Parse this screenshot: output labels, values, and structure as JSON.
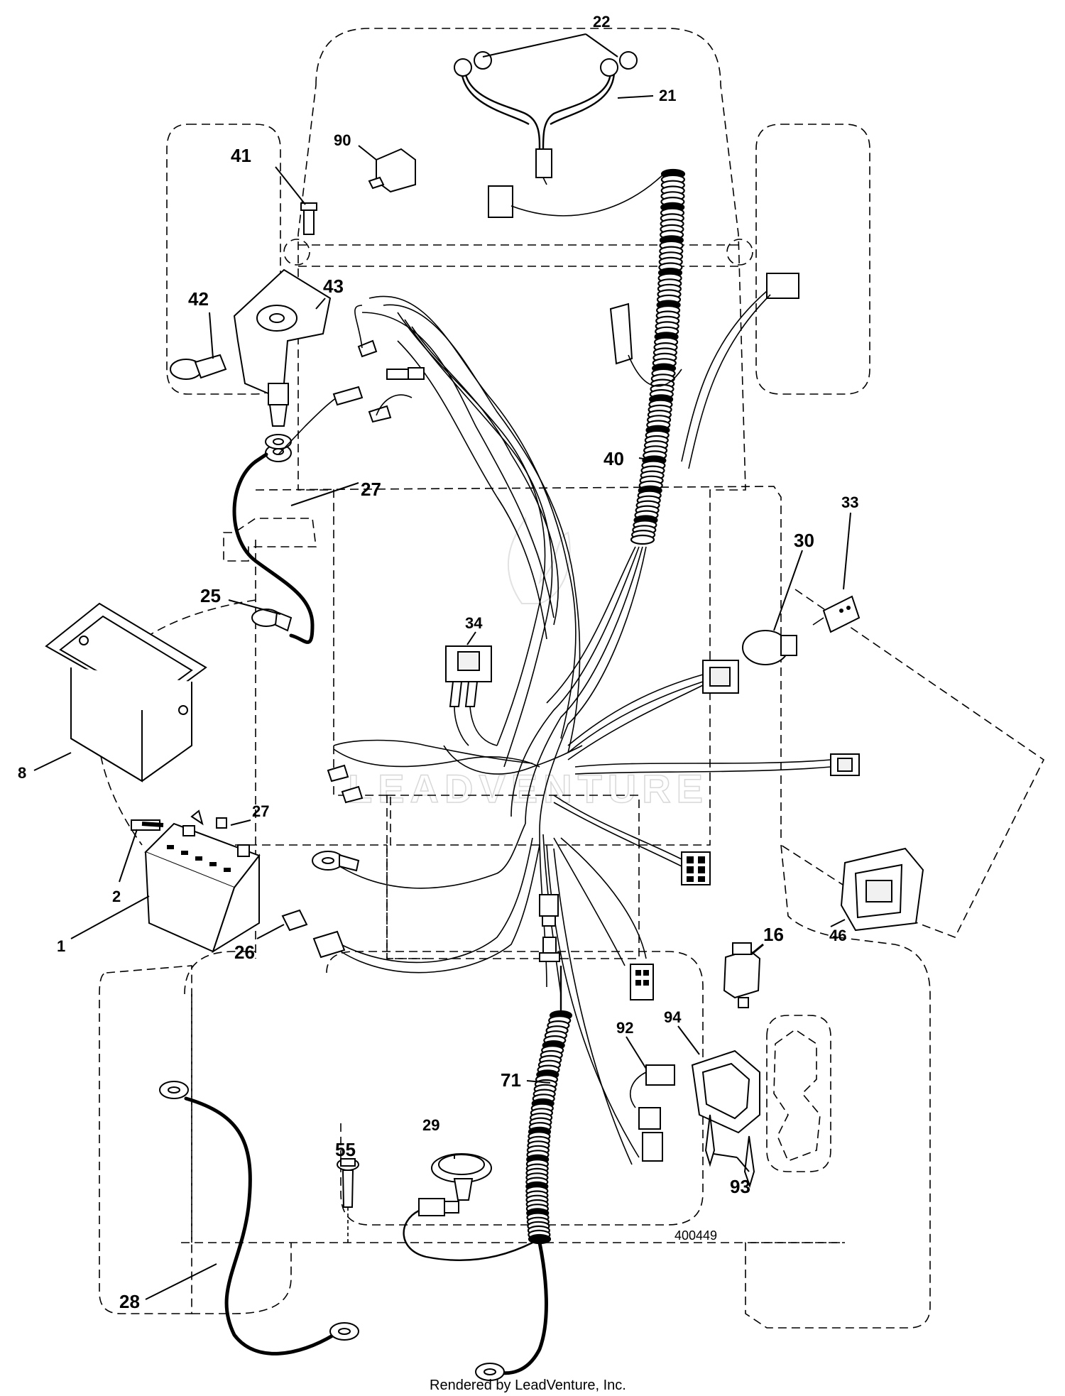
{
  "diagram": {
    "drawing_number": "400449",
    "credit": "Rendered by LeadVenture, Inc.",
    "watermark": "LEADVENTURE",
    "callouts": [
      {
        "id": "22",
        "label": "22"
      },
      {
        "id": "21",
        "label": "21"
      },
      {
        "id": "90",
        "label": "90"
      },
      {
        "id": "41",
        "label": "41"
      },
      {
        "id": "42",
        "label": "42"
      },
      {
        "id": "43",
        "label": "43"
      },
      {
        "id": "40",
        "label": "40"
      },
      {
        "id": "27a",
        "label": "27"
      },
      {
        "id": "33",
        "label": "33"
      },
      {
        "id": "30",
        "label": "30"
      },
      {
        "id": "25",
        "label": "25"
      },
      {
        "id": "34",
        "label": "34"
      },
      {
        "id": "8",
        "label": "8"
      },
      {
        "id": "27b",
        "label": "27"
      },
      {
        "id": "2",
        "label": "2"
      },
      {
        "id": "1",
        "label": "1"
      },
      {
        "id": "26",
        "label": "26"
      },
      {
        "id": "46",
        "label": "46"
      },
      {
        "id": "16",
        "label": "16"
      },
      {
        "id": "94",
        "label": "94"
      },
      {
        "id": "92",
        "label": "92"
      },
      {
        "id": "71",
        "label": "71"
      },
      {
        "id": "29",
        "label": "29"
      },
      {
        "id": "55",
        "label": "55"
      },
      {
        "id": "93",
        "label": "93"
      },
      {
        "id": "28",
        "label": "28"
      }
    ]
  }
}
